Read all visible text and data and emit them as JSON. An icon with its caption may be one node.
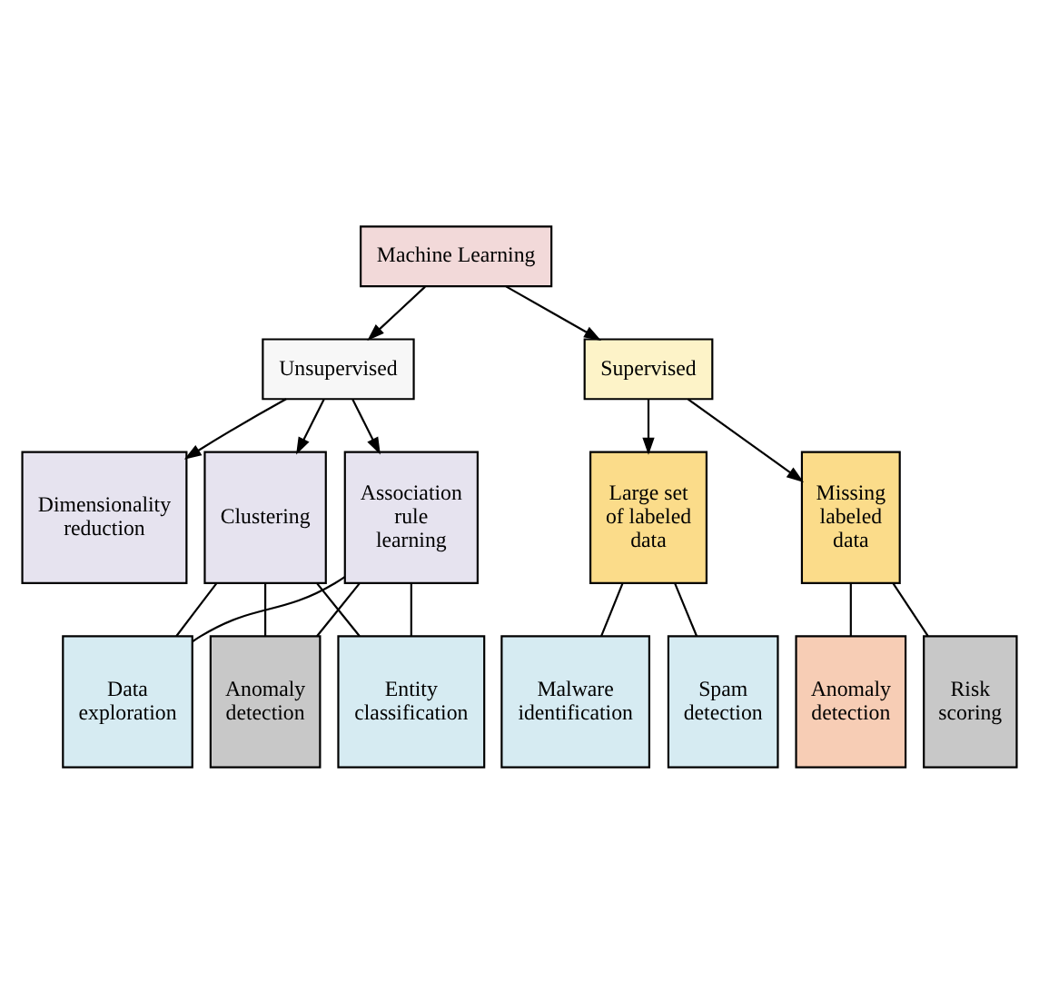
{
  "diagram": {
    "nodes": [
      {
        "text": [
          "Machine Learning"
        ]
      },
      {
        "text": [
          "Unsupervised"
        ]
      },
      {
        "text": [
          "Supervised"
        ]
      },
      {
        "text": [
          "Dimensionality reduction"
        ]
      },
      {
        "text": [
          "Association rule learning"
        ]
      },
      {
        "text": [
          "Clustering"
        ]
      },
      {
        "text": [
          "Missing labeled data"
        ]
      },
      {
        "text": [
          "Large set of labeled data"
        ]
      },
      {
        "text": [
          "Data exploration"
        ]
      },
      {
        "text": [
          "Anomaly detection"
        ]
      },
      {
        "text": [
          "Entity classification"
        ]
      },
      {
        "text": [
          "Risk scoring"
        ]
      },
      {
        "text": [
          "Anomaly detection"
        ]
      },
      {
        "text": [
          "Spam detection"
        ]
      },
      {
        "text": [
          "Malware identification"
        ]
      }
    ],
    "edges": [
      {
        "from": 0,
        "to": 1,
        "arrow": "to"
      },
      {
        "from": 0,
        "to": 2,
        "arrow": "to"
      },
      {
        "from": 1,
        "to": 3,
        "arrow": "to"
      },
      {
        "from": 1,
        "to": 4,
        "arrow": "to"
      },
      {
        "from": 1,
        "to": 5,
        "arrow": "to"
      },
      {
        "from": 2,
        "to": 6,
        "arrow": "to"
      },
      {
        "from": 2,
        "to": 7,
        "arrow": "to"
      },
      {
        "from": 4,
        "to": 8,
        "arrow": "none"
      },
      {
        "from": 4,
        "to": 9,
        "arrow": "none"
      },
      {
        "from": 4,
        "to": 10,
        "arrow": "none"
      },
      {
        "from": 5,
        "to": 8,
        "arrow": "none"
      },
      {
        "from": 5,
        "to": 9,
        "arrow": "none"
      },
      {
        "from": 5,
        "to": 10,
        "arrow": "none"
      },
      {
        "from": 6,
        "to": 11,
        "arrow": "none"
      },
      {
        "from": 6,
        "to": 12,
        "arrow": "none"
      },
      {
        "from": 7,
        "to": 13,
        "arrow": "none"
      },
      {
        "from": 7,
        "to": 14,
        "arrow": "none"
      }
    ]
  }
}
